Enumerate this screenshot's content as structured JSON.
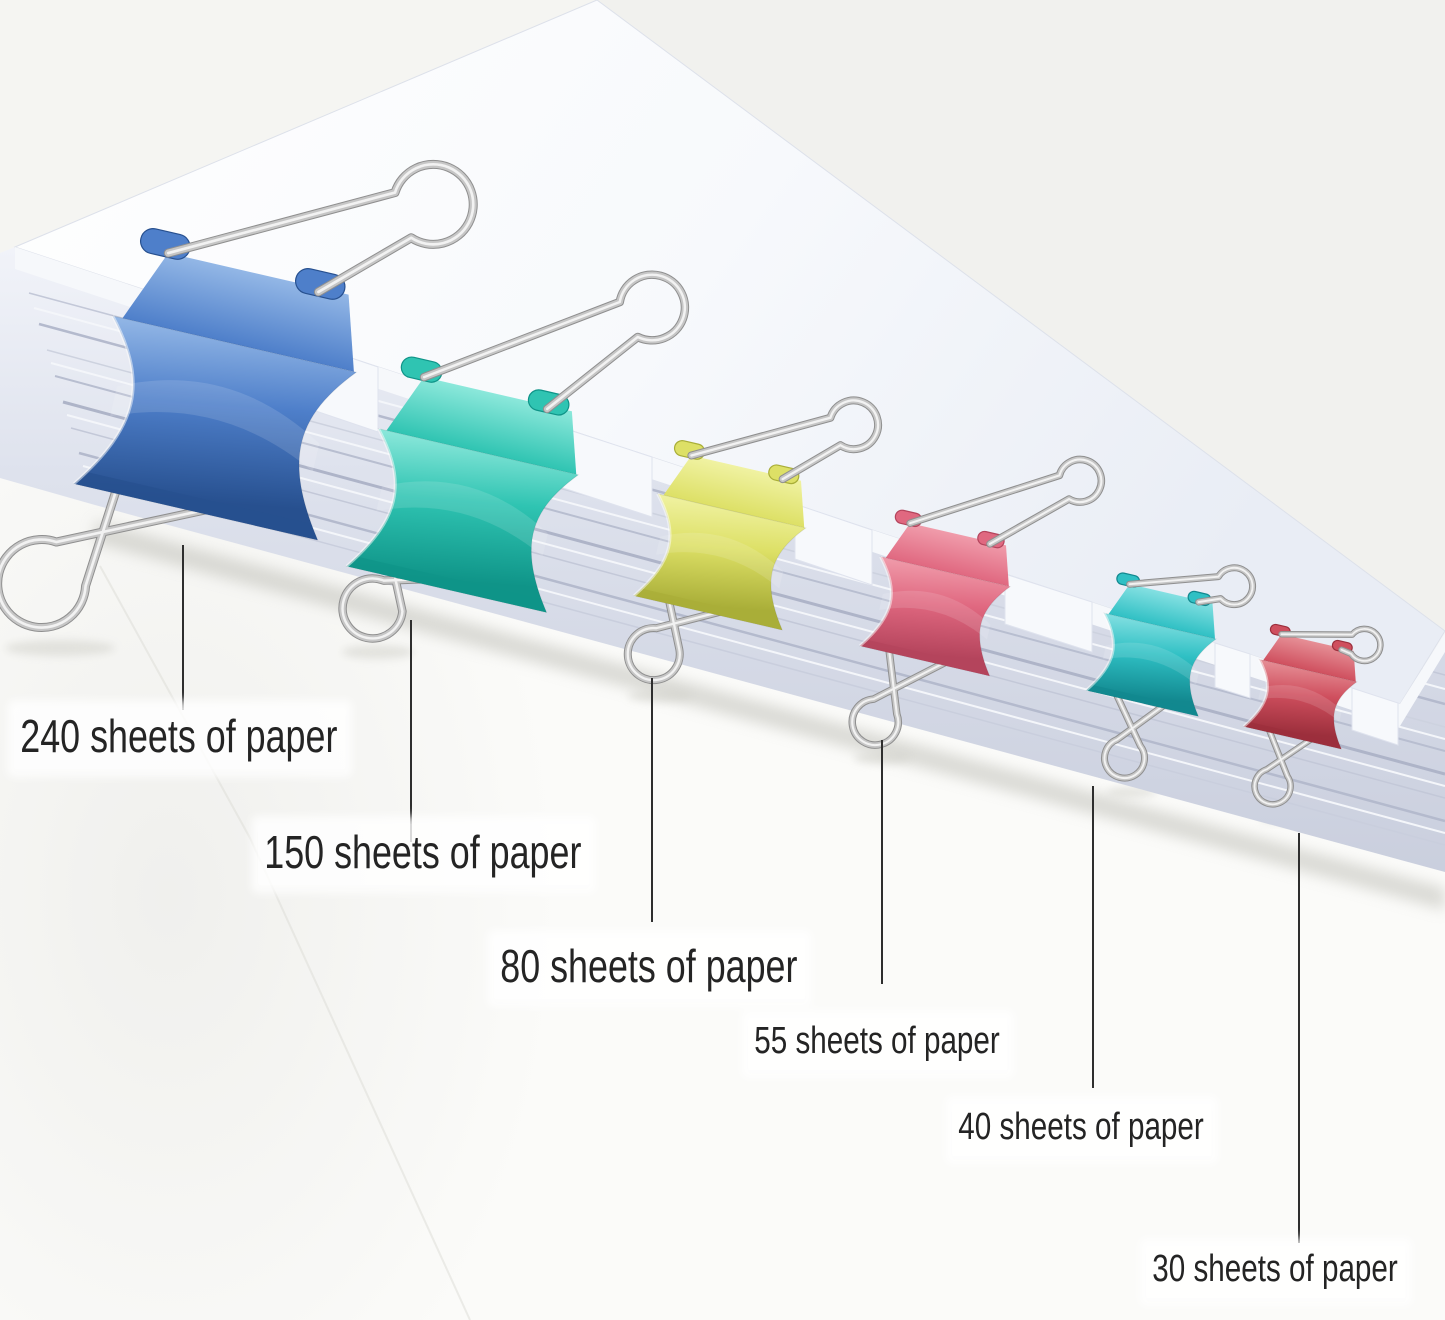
{
  "scene": {
    "description": "Product photo: a thick stack of white paper clamped along its front edge by six binder clips of decreasing size, each connected by a thin leader line to a text label stating how many sheets that clip size holds",
    "background_color": "#fafaf7",
    "paper_top_color": "#fafbfe",
    "paper_side_color": "#dde1ec",
    "wire_color": "#c4c4c4",
    "leader_line_color": "#2e2e2e",
    "label_text_color": "#242424"
  },
  "clips": [
    {
      "id": "240",
      "capacity_sheets": 240,
      "label": "240 sheets of paper",
      "color": "#4e7fca",
      "color_light": "#93b7e6",
      "color_dark": "#27508f"
    },
    {
      "id": "150",
      "capacity_sheets": 150,
      "label": "150 sheets of paper",
      "color": "#2fc4b2",
      "color_light": "#8ce8db",
      "color_dark": "#0f9488"
    },
    {
      "id": "80",
      "capacity_sheets": 80,
      "label": "80 sheets of paper",
      "color": "#dde066",
      "color_light": "#f0f2a2",
      "color_dark": "#a9ae38"
    },
    {
      "id": "55",
      "capacity_sheets": 55,
      "label": "55 sheets of paper",
      "color": "#e06880",
      "color_light": "#f09cab",
      "color_dark": "#b4445c"
    },
    {
      "id": "40",
      "capacity_sheets": 40,
      "label": "40 sheets of paper",
      "color": "#2fc0c4",
      "color_light": "#84e0e2",
      "color_dark": "#12888f"
    },
    {
      "id": "30",
      "capacity_sheets": 30,
      "label": "30 sheets of paper",
      "color": "#cf4f5e",
      "color_light": "#e68f96",
      "color_dark": "#9c2f3c"
    }
  ]
}
